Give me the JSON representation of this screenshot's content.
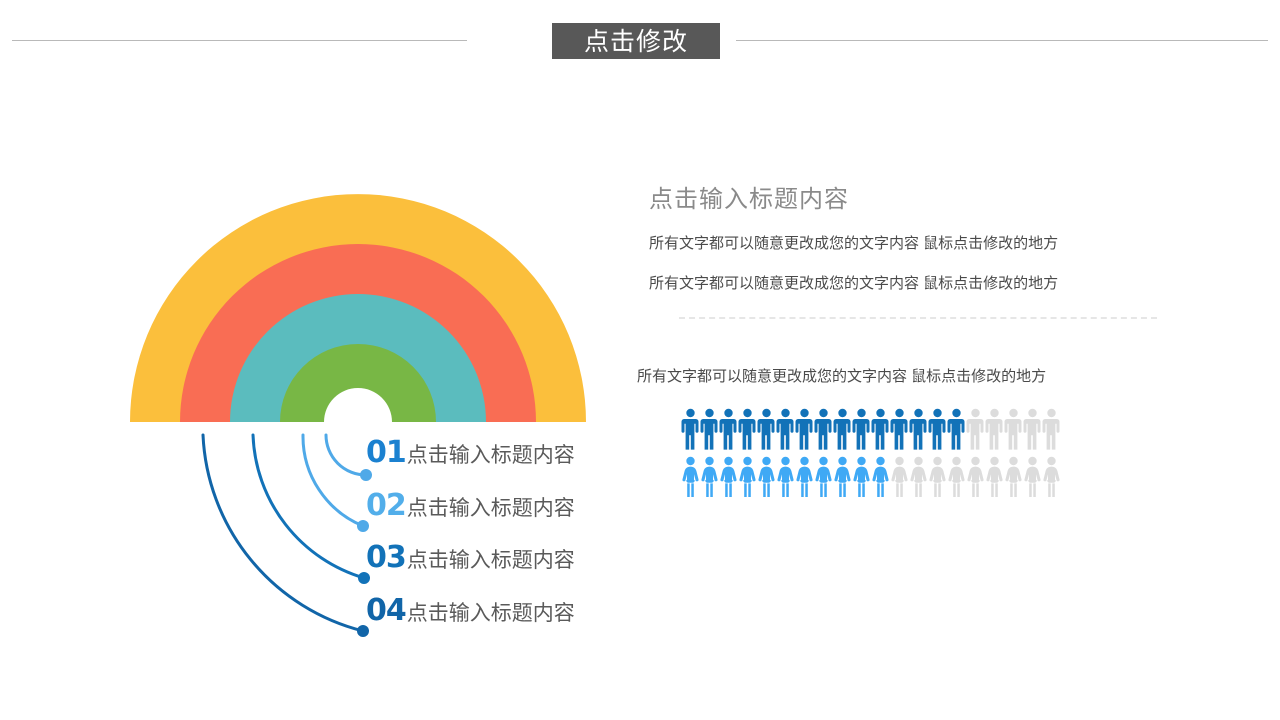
{
  "header": {
    "title": "点击修改",
    "banner_bg": "#585858",
    "rule_color": "#b9b9b9"
  },
  "rainbow": {
    "name": "concentric-semicircle-rings",
    "rings": [
      {
        "label": "ring-outer",
        "color": "#FBBF3C",
        "index": 4
      },
      {
        "label": "ring-second",
        "color": "#F96D54",
        "index": 3
      },
      {
        "label": "ring-third",
        "color": "#5BBCBE",
        "index": 2
      },
      {
        "label": "ring-inner",
        "color": "#78B745",
        "index": 1
      }
    ]
  },
  "legend": {
    "items": [
      {
        "num": "01",
        "label": "点击输入标题内容",
        "num_color": "#1B81D0",
        "connector_color": "#4FA9E8"
      },
      {
        "num": "02",
        "label": "点击输入标题内容",
        "num_color": "#52AEEA",
        "connector_color": "#4FA9E8"
      },
      {
        "num": "03",
        "label": "点击输入标题内容",
        "num_color": "#1272B8",
        "connector_color": "#1272B8"
      },
      {
        "num": "04",
        "label": "点击输入标题内容",
        "num_color": "#1165A8",
        "connector_color": "#1165A8"
      }
    ]
  },
  "right": {
    "title": "点击输入标题内容",
    "paragraph_1": "所有文字都可以随意更改成您的文字内容 鼠标点击修改的地方",
    "paragraph_2": "所有文字都可以随意更改成您的文字内容 鼠标点击修改的地方",
    "paragraph_3": "所有文字都可以随意更改成您的文字内容 鼠标点击修改的地方",
    "divider_color": "#e6e6e6"
  },
  "chart_data": {
    "type": "pictogram",
    "title": "",
    "rows": [
      {
        "name": "male-row",
        "icon": "male-person-icon",
        "total": 20,
        "filled": 15,
        "empty": 5,
        "fill_color": "#1272B8",
        "empty_color": "#DCDCDC"
      },
      {
        "name": "female-row",
        "icon": "female-person-icon",
        "total": 20,
        "filled": 11,
        "empty": 9,
        "fill_color": "#3FA9F5",
        "empty_color": "#DCDCDC"
      }
    ]
  }
}
